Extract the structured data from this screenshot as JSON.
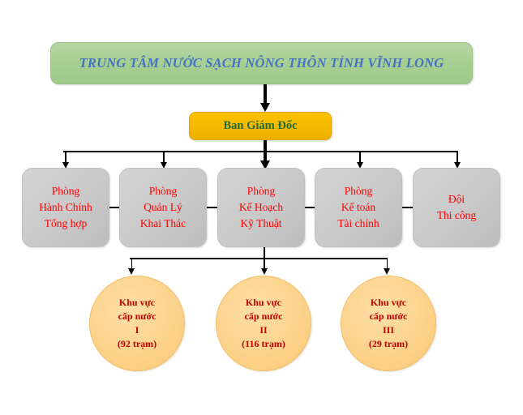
{
  "title": {
    "text": "TRUNG TÂM NƯỚC SẠCH NÔNG THÔN TỈNH VĨNH LONG",
    "color": "#4472c4",
    "box_color": "#a8cf93"
  },
  "director": {
    "text": "Ban Giám Đốc",
    "color": "#1f6b3a",
    "box_color": "#f5b800"
  },
  "departments": [
    {
      "lines": [
        "Phòng",
        "Hành Chính",
        "Tổng hợp"
      ]
    },
    {
      "lines": [
        "Phòng",
        "Quản Lý",
        "Khai Thác"
      ]
    },
    {
      "lines": [
        "Phòng",
        "Kế Hoạch",
        "Kỹ Thuật"
      ]
    },
    {
      "lines": [
        "Phòng",
        "Kế toán",
        "Tài chính"
      ]
    },
    {
      "lines": [
        "Đội",
        "Thi  công"
      ]
    }
  ],
  "department_style": {
    "text_color": "#ff0000",
    "box_color": "#c9c9c9"
  },
  "regions": [
    {
      "lines": [
        "Khu vực",
        "cấp nước",
        "I",
        "(92 trạm)"
      ]
    },
    {
      "lines": [
        "Khu vực",
        "cấp nước",
        "II",
        "(116 trạm)"
      ]
    },
    {
      "lines": [
        "Khu vực",
        "cấp nước",
        "III",
        "(29 trạm)"
      ]
    }
  ],
  "region_style": {
    "text_color": "#c00000",
    "shape_color": "#fcd28a"
  },
  "connectors": {
    "line_color": "#000000"
  }
}
